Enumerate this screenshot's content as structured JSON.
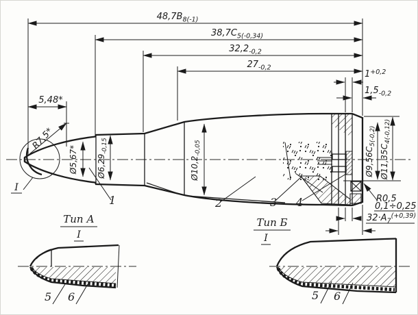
{
  "colors": {
    "line": "#1b1b1b",
    "background": "#fdfdfb"
  },
  "dimensions": {
    "len_48_7": {
      "value": "48,7В",
      "sub": "8",
      "tol": "(-1)"
    },
    "len_38_7": {
      "value": "38,7С",
      "sub": "5",
      "tol": "(-0,34)"
    },
    "len_32_2": {
      "value": "32,2",
      "tol": "-0,2"
    },
    "len_27": {
      "value": "27",
      "tol": "-0,2"
    },
    "groove_1": {
      "value": "1",
      "tol": "+0,2"
    },
    "groove_1_5": {
      "value": "1,5",
      "tol": "-0,2"
    },
    "tip_5_48": {
      "value": "5,48*"
    },
    "radius_7_5": {
      "value": "R7,5*"
    },
    "dia_5_67": {
      "value": "Ø5,67*"
    },
    "dia_6_29": {
      "value": "Ø6,29",
      "tol": "-0,15"
    },
    "dia_10_2": {
      "value": "Ø10,2",
      "tol": "-0,05"
    },
    "dia_9_56": {
      "value": "Ø9,56С",
      "sub": "5",
      "tol": "(-0,2)"
    },
    "dia_11_35": {
      "value": "Ø11,35С",
      "sub": "4",
      "tol": "(-0,12)"
    },
    "radius_0_5": {
      "value": "R0,5"
    },
    "gap_0_1": {
      "value": "0,1÷0,25"
    },
    "base_32": {
      "value": "32·А",
      "sub": "7",
      "tol": "(+0,39)"
    }
  },
  "part_labels": {
    "p1": "1",
    "p2": "2",
    "p3": "3",
    "p4": "4",
    "p5": "5",
    "p6": "6"
  },
  "views": {
    "type_a": "Тип А",
    "type_b": "Тип Б",
    "detail": "I"
  }
}
